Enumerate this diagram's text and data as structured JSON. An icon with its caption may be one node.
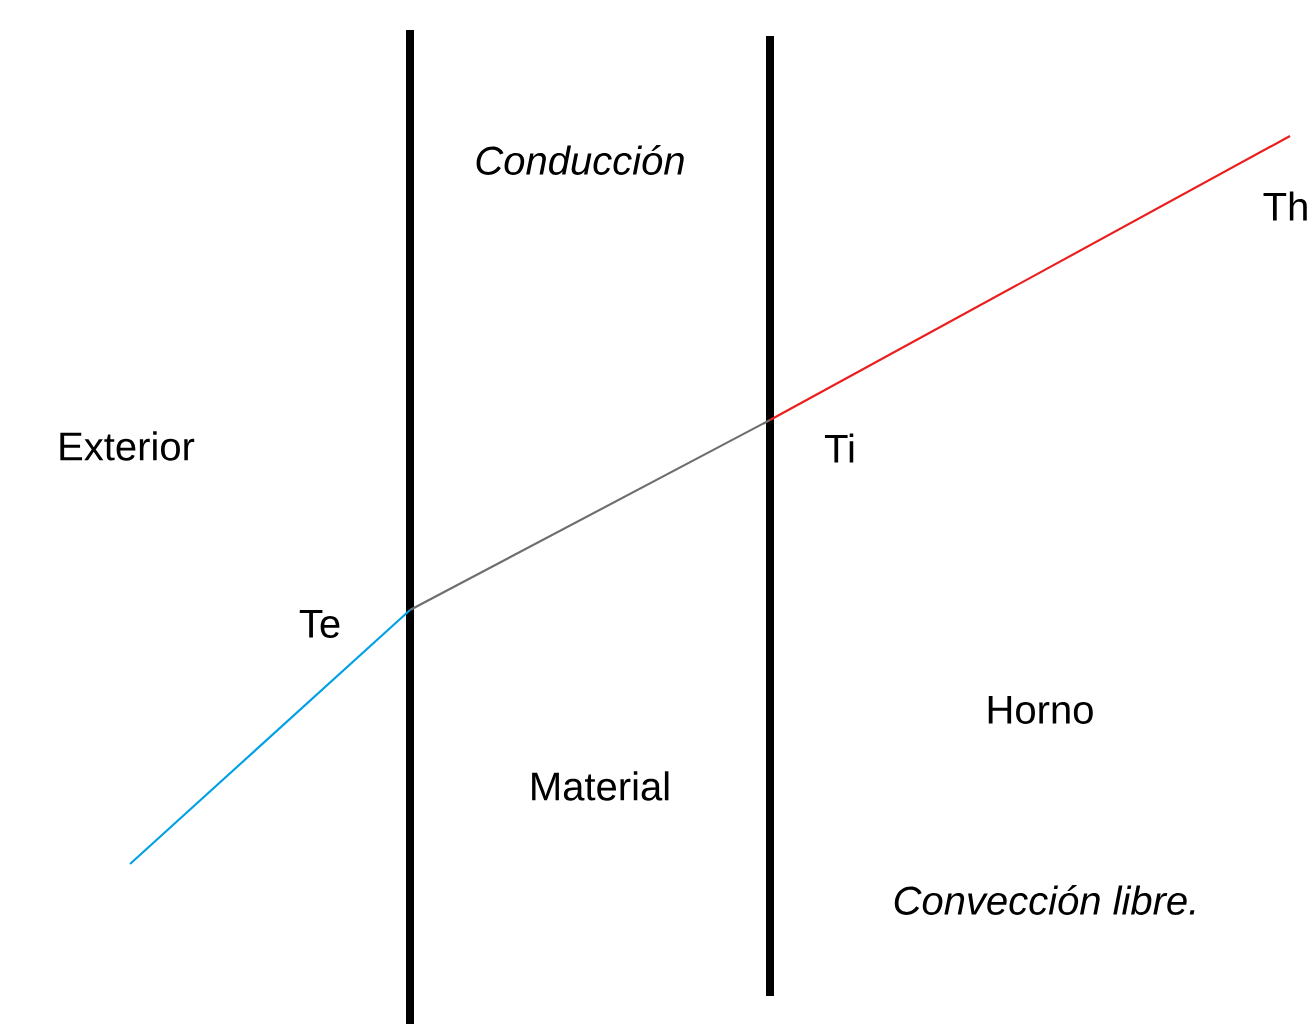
{
  "diagram": {
    "labels": [
      "Conducción",
      "Exterior",
      "Ti",
      "Th",
      "Te",
      "Horno",
      "Material",
      "Convección libre."
    ]
  }
}
